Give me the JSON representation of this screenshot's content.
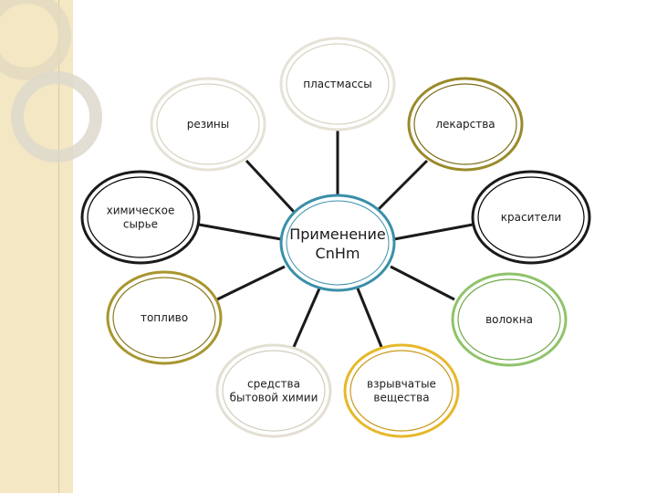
{
  "diagram": {
    "center": {
      "line1": "Применение",
      "line2": "CnHm"
    },
    "nodes": [
      {
        "id": "plastics",
        "lines": [
          "пластмассы"
        ],
        "ring": "#e6e2d6",
        "ring_dark": "#d8d3c2"
      },
      {
        "id": "rubbers",
        "lines": [
          "резины"
        ],
        "ring": "#e6e2d6",
        "ring_dark": "#d8d3c2"
      },
      {
        "id": "medicines",
        "lines": [
          "лекарства"
        ],
        "ring": "#9a8a2a",
        "ring_dark": "#7c6e1a"
      },
      {
        "id": "raw",
        "lines": [
          "химическое",
          "сырье"
        ],
        "ring": "#1a1a1a",
        "ring_dark": "#000000"
      },
      {
        "id": "dyes",
        "lines": [
          "красители"
        ],
        "ring": "#1a1a1a",
        "ring_dark": "#000000"
      },
      {
        "id": "fuel",
        "lines": [
          "топливо"
        ],
        "ring": "#a8962e",
        "ring_dark": "#8a7a20"
      },
      {
        "id": "fibers",
        "lines": [
          "волокна"
        ],
        "ring": "#8fc46a",
        "ring_dark": "#6ea84a"
      },
      {
        "id": "household",
        "lines": [
          "средства",
          "бытовой химии"
        ],
        "ring": "#e3dfd2",
        "ring_dark": "#d2cdbd"
      },
      {
        "id": "explosives",
        "lines": [
          "взрывчатые",
          "вещества"
        ],
        "ring": "#e6b82a",
        "ring_dark": "#c9991a"
      }
    ],
    "center_ring": "#3a8fa8"
  }
}
